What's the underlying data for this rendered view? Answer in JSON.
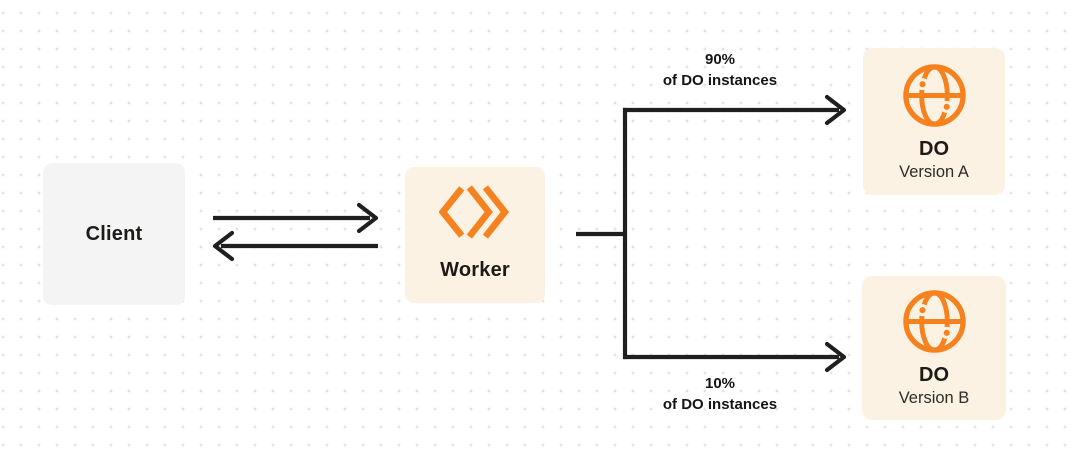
{
  "nodes": {
    "client": {
      "label": "Client"
    },
    "worker": {
      "label": "Worker",
      "icon": "cloudflare-workers-logo-icon"
    },
    "do_a": {
      "title": "DO",
      "subtitle": "Version A",
      "icon": "durable-object-globe-icon"
    },
    "do_b": {
      "title": "DO",
      "subtitle": "Version B",
      "icon": "durable-object-globe-icon"
    }
  },
  "edges": {
    "client_worker": {
      "type": "bidirectional-arrows"
    },
    "worker_to_do_a": {
      "percent": "90%",
      "caption": "of DO instances"
    },
    "worker_to_do_b": {
      "percent": "10%",
      "caption": "of DO instances"
    }
  },
  "colors": {
    "accent_orange": "#F6821F",
    "panel_cream": "#FCF2E4",
    "panel_gray": "#F4F4F5",
    "connector_line": "#1F1F1F",
    "dot_grid": "#E3E3E3",
    "background": "#FFFFFF",
    "text_primary": "#1D1B18",
    "text_secondary": "#2E2C29"
  }
}
